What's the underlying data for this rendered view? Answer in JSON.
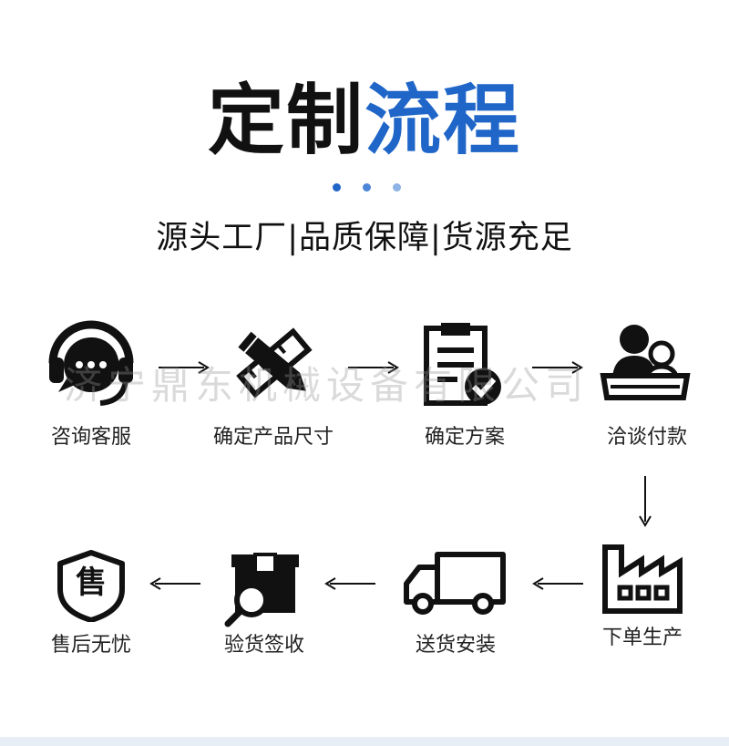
{
  "title": {
    "part1": "定制",
    "part2": "流程"
  },
  "colors": {
    "accent": "#1f66c8",
    "dot1": "#1f66c8",
    "dot2": "#4d86d6",
    "dot3": "#8cb2e6",
    "icon": "#111111"
  },
  "subtitle": "源头工厂|品质保障|货源充足",
  "watermark": "济宁鼎东机械设备有限公司",
  "steps": [
    {
      "label": "咨询客服",
      "icon": "headset-icon"
    },
    {
      "label": "确定产品尺寸",
      "icon": "pencil-ruler-icon"
    },
    {
      "label": "确定方案",
      "icon": "clipboard-check-icon"
    },
    {
      "label": "洽谈付款",
      "icon": "meeting-icon"
    },
    {
      "label": "下单生产",
      "icon": "factory-icon"
    },
    {
      "label": "送货安装",
      "icon": "truck-icon"
    },
    {
      "label": "验货签收",
      "icon": "box-inspect-icon"
    },
    {
      "label": "售后无忧",
      "icon": "shield-icon",
      "icon_text": "售"
    }
  ]
}
